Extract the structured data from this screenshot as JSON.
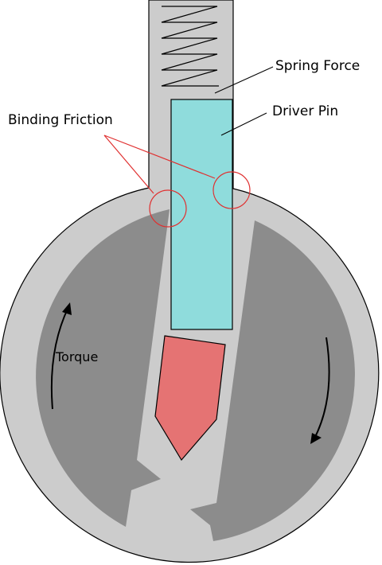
{
  "labels": {
    "spring_force": "Spring Force",
    "driver_pin": "Driver Pin",
    "binding_friction": "Binding Friction",
    "torque": "Torque"
  },
  "colors": {
    "housing": "#cccccc",
    "plug_halves": "#8c8c8c",
    "driver_pin": "#8fdcdc",
    "key_pin": "#e57373",
    "friction_marker": "#e03030",
    "outline": "#000000",
    "background": "#ffffff"
  }
}
